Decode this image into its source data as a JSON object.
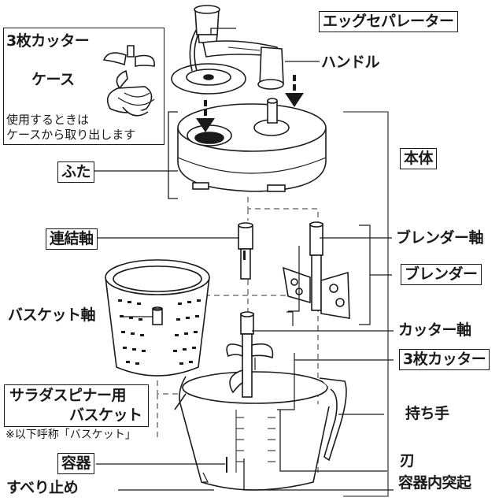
{
  "inset": {
    "title": "3枚カッター",
    "case_label": "ケース",
    "note_line1": "使用するときは",
    "note_line2": "ケースから取り出します"
  },
  "labels": {
    "egg_separator": "エッグセパレーター",
    "handle": "ハンドル",
    "lid": "ふた",
    "main_body": "本体",
    "coupling_shaft": "連結軸",
    "blender_shaft": "ブレンダー軸",
    "blender": "ブレンダー",
    "basket_shaft": "バスケット軸",
    "cutter_shaft": "カッター軸",
    "three_blade_cutter": "3枚カッター",
    "salad_spinner_line1": "サラダスピナー用",
    "salad_spinner_line2": "バスケット",
    "basket_note": "※以下呼称「バスケット」",
    "grip": "持ち手",
    "blade": "刃",
    "container": "容器",
    "container_protrusion": "容器内突起",
    "anti_slip": "すべり止め"
  }
}
